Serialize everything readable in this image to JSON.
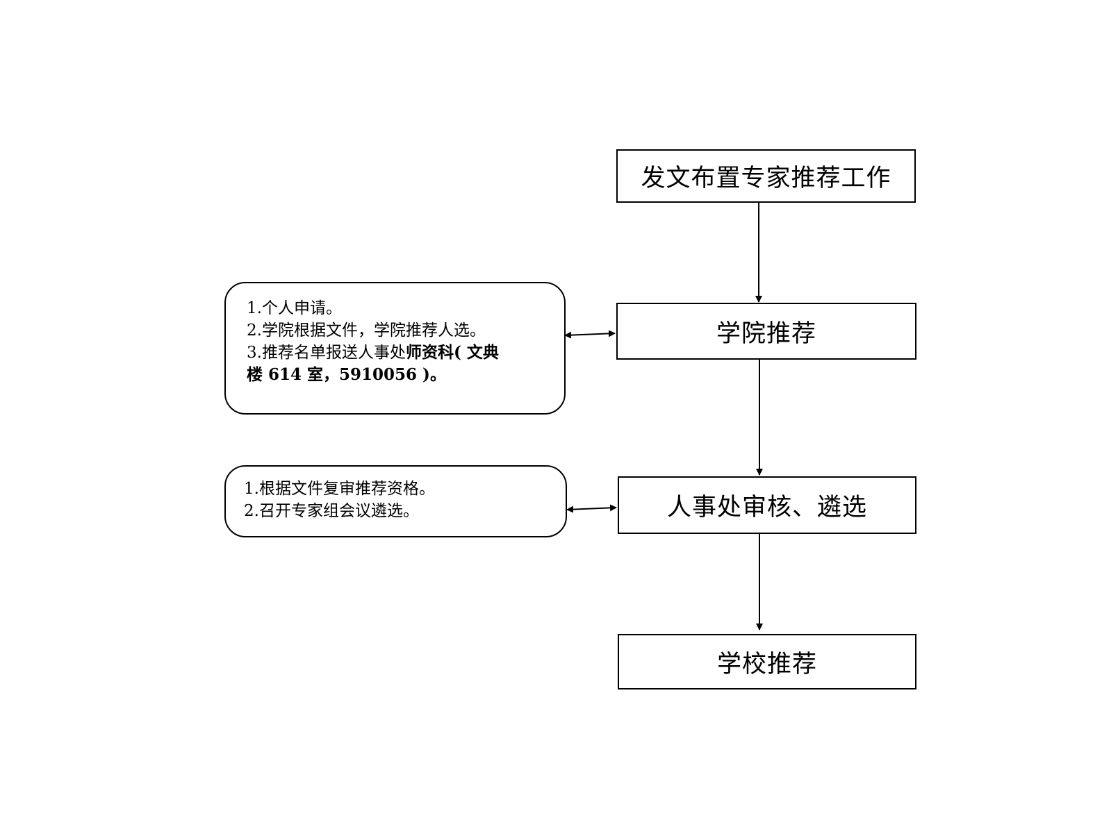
{
  "steps": [
    {
      "label": "发文布置专家推荐工作"
    },
    {
      "label": "学院推荐"
    },
    {
      "label": "人事处审核、遴选"
    },
    {
      "label": "学校推荐"
    }
  ],
  "notes": [
    {
      "lines": [
        {
          "plain": "1.个人申请。",
          "bold": ""
        },
        {
          "plain": "2.学院根据文件，学院推荐人选。",
          "bold": ""
        },
        {
          "plain": "3.推荐名单报送人事处",
          "bold": "师资科( 文典"
        },
        {
          "plain": "",
          "bold": "楼 614 室，5910056 )。"
        }
      ]
    },
    {
      "lines": [
        {
          "plain": "1.根据文件复审推荐资格。",
          "bold": ""
        },
        {
          "plain": "2.召开专家组会议遴选。",
          "bold": ""
        }
      ]
    }
  ]
}
